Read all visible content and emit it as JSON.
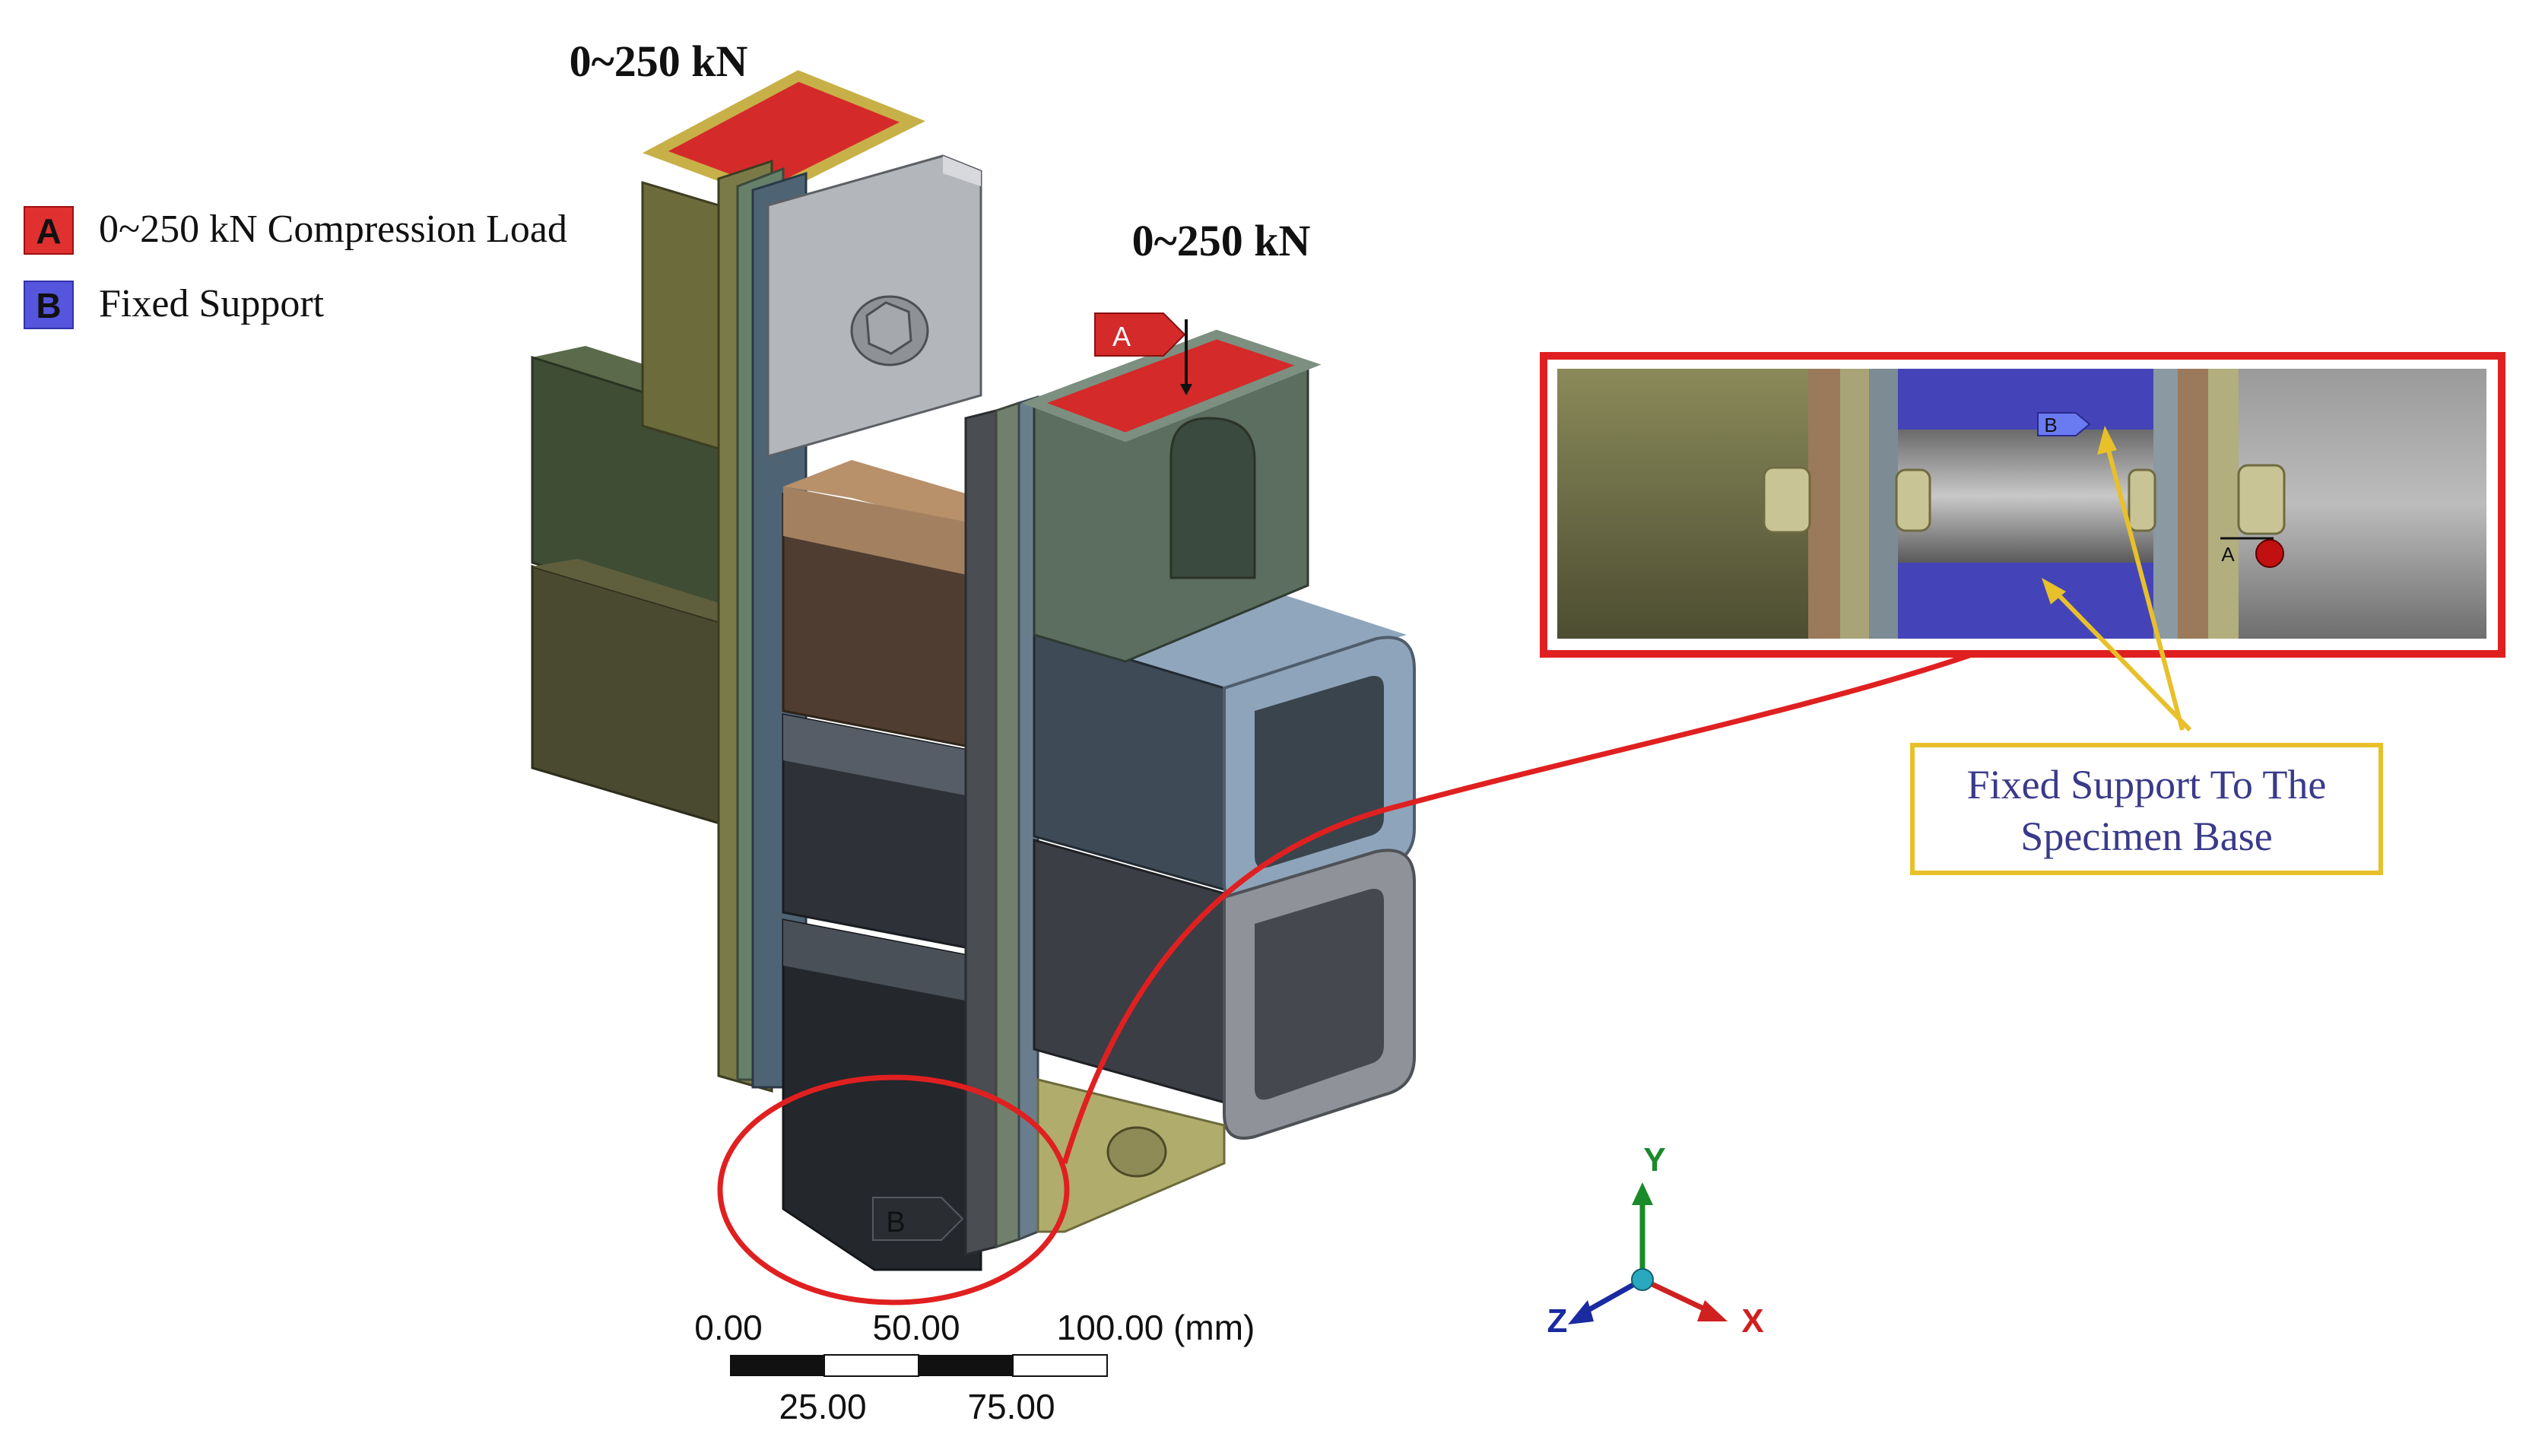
{
  "legend": {
    "items": [
      {
        "key": "A",
        "label": "0~250 kN Compression Load",
        "color": "#e03030"
      },
      {
        "key": "B",
        "label": "Fixed Support",
        "color": "#5555dd"
      }
    ]
  },
  "load_labels": {
    "left": "0~250 kN",
    "right": "0~250 kN"
  },
  "markers": {
    "a": "A",
    "b": "B",
    "inset_b": "B",
    "inset_a": "A"
  },
  "callout": {
    "line1": "Fixed Support To The",
    "line2": "Specimen Base",
    "border_color": "#e8c02a",
    "text_color": "#3a3a8a"
  },
  "highlight_color": "#e02020",
  "scale_bar": {
    "top_labels": [
      "0.00",
      "50.00",
      "100.00 (mm)"
    ],
    "bottom_labels": [
      "25.00",
      "75.00"
    ]
  },
  "axes": {
    "y": "Y",
    "z": "Z",
    "x": "X",
    "y_color": "#1a8a2a",
    "z_color": "#1a2aa0",
    "x_color": "#d02020"
  }
}
